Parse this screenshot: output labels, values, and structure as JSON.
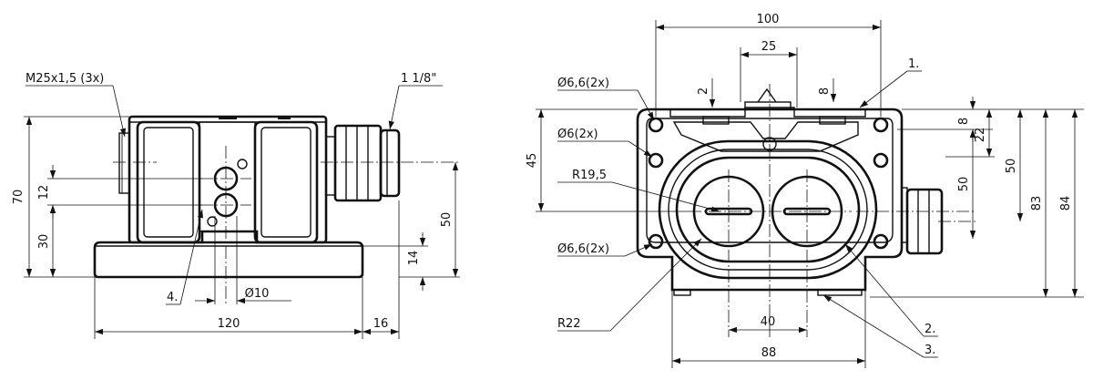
{
  "side_view": {
    "thread_label": "M25x1,5 (3x)",
    "gland_label": "1 1/8\"",
    "dim_70": "70",
    "dim_12": "12",
    "dim_30": "30",
    "dim_50": "50",
    "dim_14": "14",
    "dim_120": "120",
    "dim_16": "16",
    "dim_d10": "Ø10",
    "callout_4": "4."
  },
  "front_view": {
    "dim_100": "100",
    "dim_25": "25",
    "dim_2": "2",
    "dim_8_top": "8",
    "dim_8_right": "8",
    "dim_22": "22",
    "dim_50_right": "50",
    "dim_50_inner": "50",
    "dim_83": "83",
    "dim_84": "84",
    "dim_45": "45",
    "hole_66_top": "Ø6,6(2x)",
    "hole_6": "Ø6(2x)",
    "radius_195": "R19,5",
    "hole_66_bottom": "Ø6,6(2x)",
    "radius_22": "R22",
    "dim_40": "40",
    "dim_88": "88",
    "callout_1": "1.",
    "callout_2": "2.",
    "callout_3": "3."
  }
}
